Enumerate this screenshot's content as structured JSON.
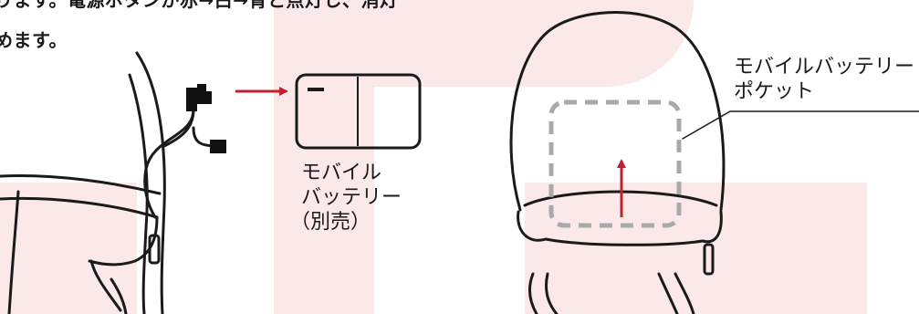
{
  "instruction": {
    "line1": "ります。電源ボタンが赤→白→青と点灯し、消灯",
    "line2": "めます。"
  },
  "labels": {
    "battery_line1": "モバイル",
    "battery_line2": "バッテリー",
    "battery_line3": "（別売）",
    "pocket_line1": "モバイルバッテリー",
    "pocket_line2": "ポケット"
  },
  "colors": {
    "arrow": "#c0202f",
    "watermark": "#fbe9ea",
    "pocket_outline": "#a9a9a9"
  }
}
